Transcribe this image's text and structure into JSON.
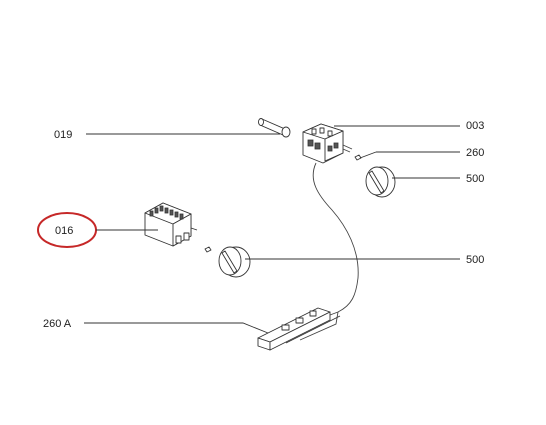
{
  "callouts": {
    "c019": "019",
    "c003": "003",
    "c260": "260",
    "c500_top": "500",
    "c016": "016",
    "c500_mid": "500",
    "c260a": "260 A"
  },
  "colors": {
    "highlight_ellipse": "#c62828",
    "line": "#333333",
    "text": "#222222"
  }
}
